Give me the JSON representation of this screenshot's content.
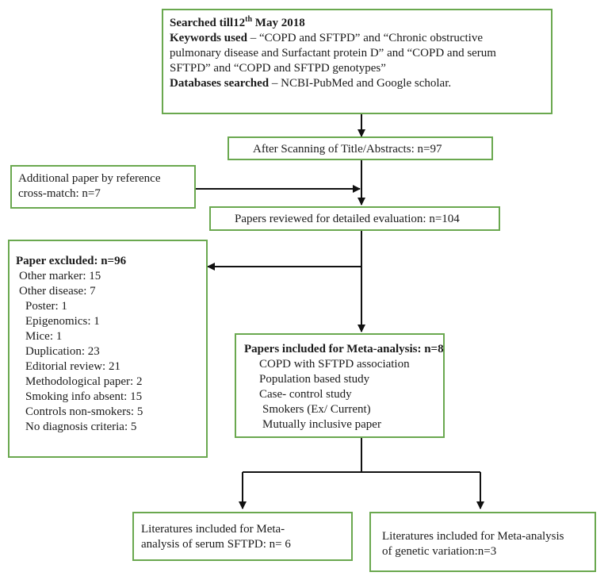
{
  "search_box": {
    "searched_label": "Searched till12",
    "searched_sup": "th",
    "searched_date": " May 2018",
    "keywords_label": "Keywords used",
    "keywords_line1": " – “COPD and SFTPD” and “Chronic obstructive",
    "keywords_line2": "pulmonary disease and Surfactant protein D” and “COPD and serum",
    "keywords_line3": "SFTPD” and “COPD and SFTPD genotypes”",
    "databases_label": "Databases searched",
    "databases_text": " – NCBI-PubMed and Google scholar."
  },
  "screening_box": {
    "text": "After Scanning of Title/Abstracts: n=97"
  },
  "additional_box": {
    "line1": "Additional paper by reference",
    "line2": "cross-match: n=7"
  },
  "reviewed_box": {
    "text": "Papers reviewed for detailed evaluation: n=104"
  },
  "excluded_box": {
    "title": "Paper excluded: n=96",
    "items": [
      "Other marker: 15",
      "Other disease: 7",
      "Poster: 1",
      "Epigenomics: 1",
      "Mice: 1",
      "Duplication: 23",
      "Editorial review: 21",
      "Methodological paper: 2",
      "Smoking info absent: 15",
      "Controls non-smokers: 5",
      "No diagnosis criteria: 5"
    ]
  },
  "included_box": {
    "title": "Papers included for Meta-analysis: n=8",
    "items": [
      "COPD with SFTPD association",
      "Population based study",
      "Case- control study",
      "Smokers (Ex/ Current)",
      "Mutually inclusive paper"
    ]
  },
  "serum_box": {
    "line1": "Literatures included for Meta-",
    "line2": "analysis of serum SFTPD: n= 6"
  },
  "genetic_box": {
    "line1": "Literatures included for Meta-analysis",
    "line2": "of genetic variation:n=3"
  }
}
